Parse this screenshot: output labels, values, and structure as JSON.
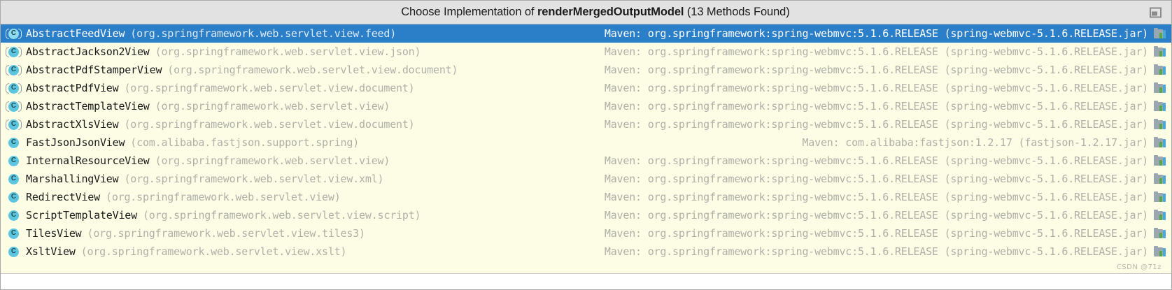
{
  "dialog": {
    "title_prefix": "Choose Implementation of ",
    "title_symbol": "renderMergedOutputModel",
    "title_suffix": " (13 Methods Found)",
    "window_icon": "restore-window-icon",
    "watermark": "CSDN @71z",
    "accent_selection": "#2b7fc9",
    "list_background": "#fdfde6",
    "titlebar_background": "#e2e2e2"
  },
  "list": {
    "selected_index": 0,
    "rows": [
      {
        "icon": "abstract-class-icon",
        "name": "AbstractFeedView",
        "package": "(org.springframework.web.servlet.view.feed)",
        "location": "Maven: org.springframework:spring-webmvc:5.1.6.RELEASE (spring-webmvc-5.1.6.RELEASE.jar)",
        "location_icon": "maven-library-icon",
        "selected": true
      },
      {
        "icon": "abstract-class-icon",
        "name": "AbstractJackson2View",
        "package": "(org.springframework.web.servlet.view.json)",
        "location": "Maven: org.springframework:spring-webmvc:5.1.6.RELEASE (spring-webmvc-5.1.6.RELEASE.jar)",
        "location_icon": "maven-library-icon",
        "selected": false
      },
      {
        "icon": "abstract-class-icon",
        "name": "AbstractPdfStamperView",
        "package": "(org.springframework.web.servlet.view.document)",
        "location": "Maven: org.springframework:spring-webmvc:5.1.6.RELEASE (spring-webmvc-5.1.6.RELEASE.jar)",
        "location_icon": "maven-library-icon",
        "selected": false
      },
      {
        "icon": "abstract-class-icon",
        "name": "AbstractPdfView",
        "package": "(org.springframework.web.servlet.view.document)",
        "location": "Maven: org.springframework:spring-webmvc:5.1.6.RELEASE (spring-webmvc-5.1.6.RELEASE.jar)",
        "location_icon": "maven-library-icon",
        "selected": false
      },
      {
        "icon": "abstract-class-icon",
        "name": "AbstractTemplateView",
        "package": "(org.springframework.web.servlet.view)",
        "location": "Maven: org.springframework:spring-webmvc:5.1.6.RELEASE (spring-webmvc-5.1.6.RELEASE.jar)",
        "location_icon": "maven-library-icon",
        "selected": false
      },
      {
        "icon": "abstract-class-icon",
        "name": "AbstractXlsView",
        "package": "(org.springframework.web.servlet.view.document)",
        "location": "Maven: org.springframework:spring-webmvc:5.1.6.RELEASE (spring-webmvc-5.1.6.RELEASE.jar)",
        "location_icon": "maven-library-icon",
        "selected": false
      },
      {
        "icon": "class-icon",
        "name": "FastJsonJsonView",
        "package": "(com.alibaba.fastjson.support.spring)",
        "location": "Maven: com.alibaba:fastjson:1.2.17 (fastjson-1.2.17.jar)",
        "location_icon": "maven-library-icon",
        "selected": false
      },
      {
        "icon": "class-icon",
        "name": "InternalResourceView",
        "package": "(org.springframework.web.servlet.view)",
        "location": "Maven: org.springframework:spring-webmvc:5.1.6.RELEASE (spring-webmvc-5.1.6.RELEASE.jar)",
        "location_icon": "maven-library-icon",
        "selected": false
      },
      {
        "icon": "class-icon",
        "name": "MarshallingView",
        "package": "(org.springframework.web.servlet.view.xml)",
        "location": "Maven: org.springframework:spring-webmvc:5.1.6.RELEASE (spring-webmvc-5.1.6.RELEASE.jar)",
        "location_icon": "maven-library-icon",
        "selected": false
      },
      {
        "icon": "class-icon",
        "name": "RedirectView",
        "package": "(org.springframework.web.servlet.view)",
        "location": "Maven: org.springframework:spring-webmvc:5.1.6.RELEASE (spring-webmvc-5.1.6.RELEASE.jar)",
        "location_icon": "maven-library-icon",
        "selected": false
      },
      {
        "icon": "class-icon",
        "name": "ScriptTemplateView",
        "package": "(org.springframework.web.servlet.view.script)",
        "location": "Maven: org.springframework:spring-webmvc:5.1.6.RELEASE (spring-webmvc-5.1.6.RELEASE.jar)",
        "location_icon": "maven-library-icon",
        "selected": false
      },
      {
        "icon": "class-icon",
        "name": "TilesView",
        "package": "(org.springframework.web.servlet.view.tiles3)",
        "location": "Maven: org.springframework:spring-webmvc:5.1.6.RELEASE (spring-webmvc-5.1.6.RELEASE.jar)",
        "location_icon": "maven-library-icon",
        "selected": false
      },
      {
        "icon": "class-icon",
        "name": "XsltView",
        "package": "(org.springframework.web.servlet.view.xslt)",
        "location": "Maven: org.springframework:spring-webmvc:5.1.6.RELEASE (spring-webmvc-5.1.6.RELEASE.jar)",
        "location_icon": "maven-library-icon",
        "selected": false
      }
    ]
  }
}
